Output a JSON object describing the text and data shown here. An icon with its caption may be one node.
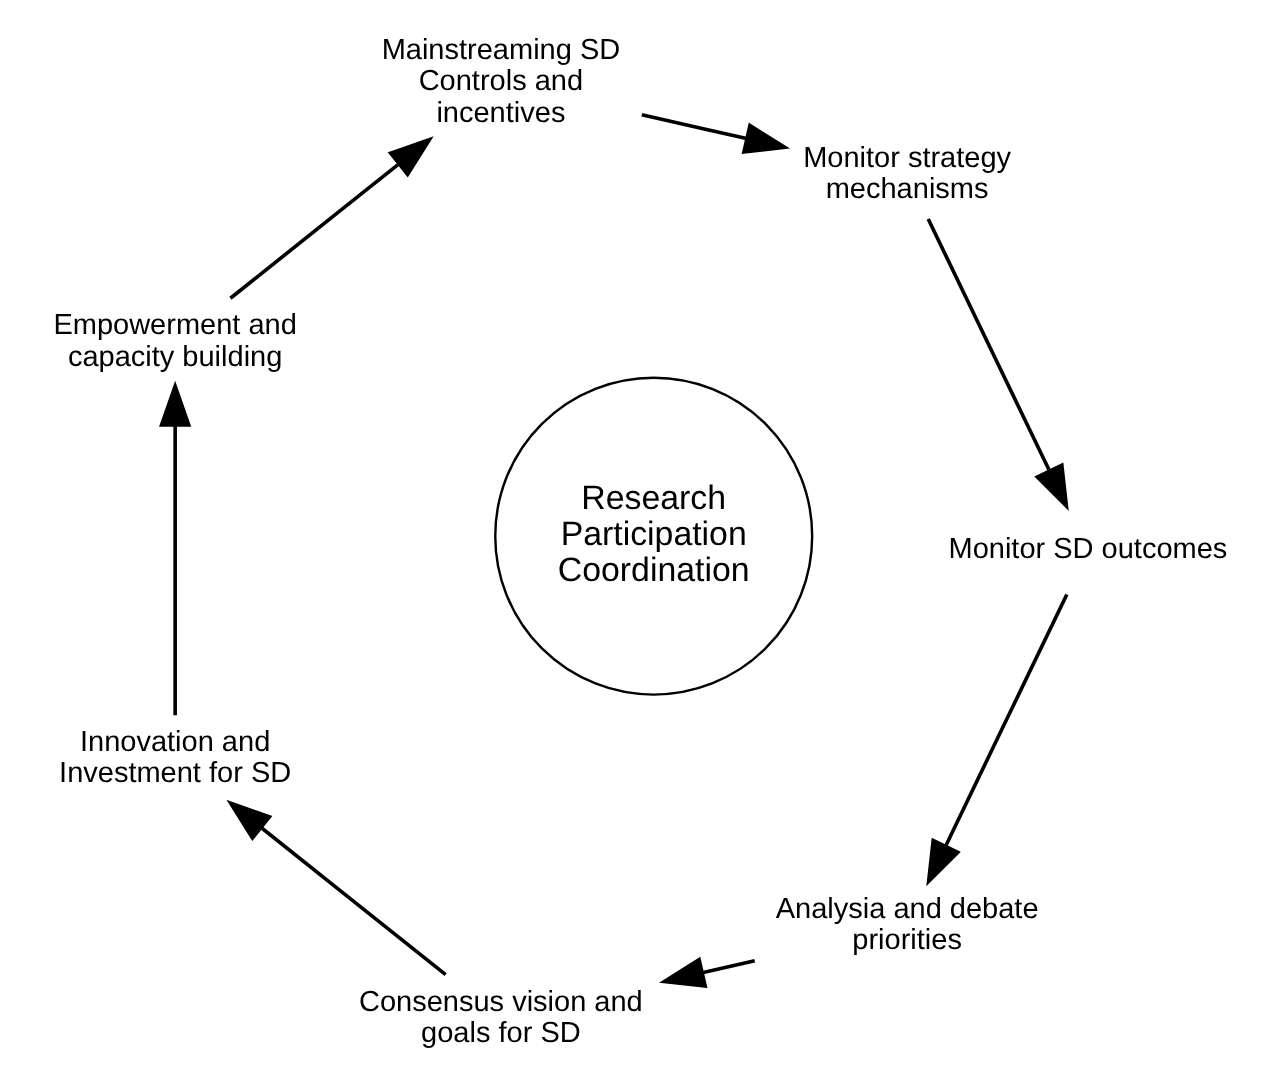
{
  "diagram": {
    "nodes": [
      {
        "text": [
          "Analysia and debate priorities"
        ]
      },
      {
        "text": [
          "Consensus vision and goals for SD"
        ]
      },
      {
        "text": [
          "Innovation and Investment for SD"
        ]
      },
      {
        "text": [
          "Empowerment and capacity building"
        ]
      },
      {
        "text": [
          "Mainstreaming SD Controls and incentives"
        ]
      },
      {
        "text": [
          "Monitor strategy mechanisms"
        ]
      },
      {
        "text": [
          "Monitor SD outcomes"
        ]
      },
      {
        "text": [
          "Research Participation Coordination"
        ]
      }
    ],
    "edges": [
      {
        "from": 0,
        "to": 1,
        "arrow": "to"
      },
      {
        "from": 1,
        "to": 2,
        "arrow": "to"
      },
      {
        "from": 2,
        "to": 3,
        "arrow": "to"
      },
      {
        "from": 3,
        "to": 4,
        "arrow": "to"
      },
      {
        "from": 4,
        "to": 5,
        "arrow": "to"
      },
      {
        "from": 5,
        "to": 6,
        "arrow": "to"
      },
      {
        "from": 6,
        "to": 0,
        "arrow": "to"
      }
    ]
  }
}
